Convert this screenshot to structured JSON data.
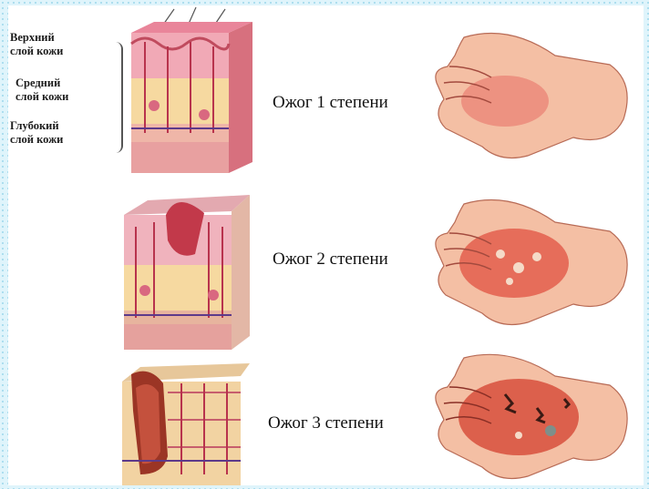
{
  "layer_labels": {
    "upper": [
      "Верхний",
      "слой кожи"
    ],
    "middle": [
      "Средний",
      "слой",
      "кожи"
    ],
    "deep": [
      "Глубокий",
      "слой кожи"
    ]
  },
  "degrees": [
    {
      "label": "Ожог 1 степени"
    },
    {
      "label": "Ожог 2 степени"
    },
    {
      "label": "Ожог 3 степени"
    }
  ],
  "colors": {
    "background": "#dff4fb",
    "skin_top": "#f1a9b6",
    "fat_layer": "#f6d9a0",
    "muscle": "#e8a0a0",
    "hand_skin": "#f4bfa4",
    "burn_red": "#e04a3a",
    "char": "#6b2a20"
  }
}
